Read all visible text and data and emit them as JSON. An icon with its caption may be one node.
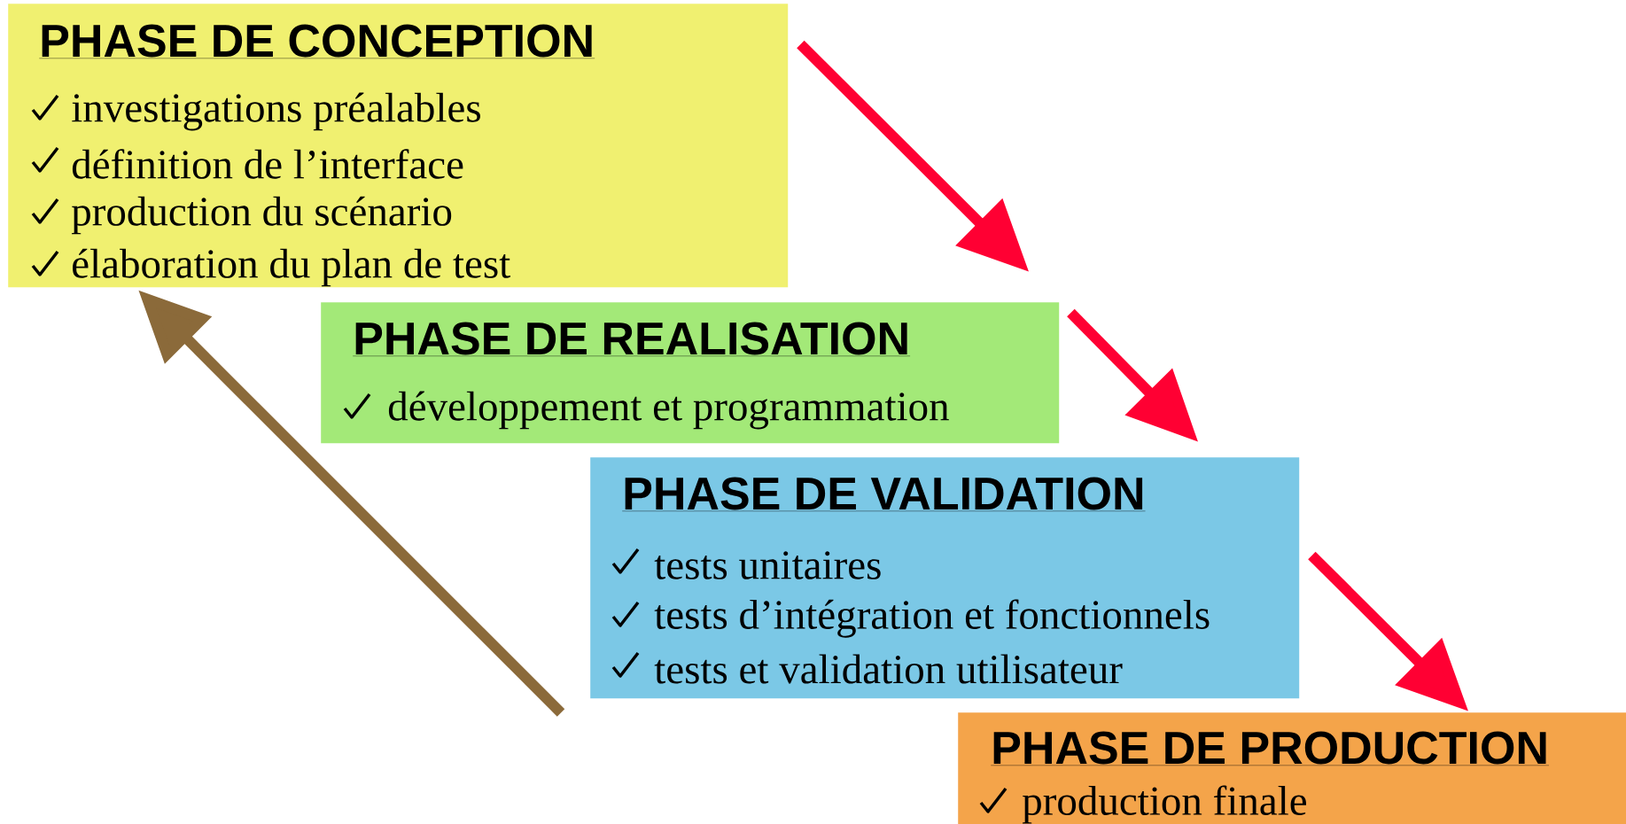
{
  "diagram": {
    "nodes": [
      {
        "text": [
          "PHASE DE CONCEPTION",
          "investigations préalables",
          "définition de l’interface",
          "production du scénario",
          "élaboration du plan de test"
        ]
      },
      {
        "text": [
          "PHASE DE REALISATION",
          "développement et programmation"
        ]
      },
      {
        "text": [
          "PHASE DE VALIDATION",
          "tests unitaires",
          "tests d’intégration et fonctionnels",
          "tests et validation utilisateur"
        ]
      },
      {
        "text": [
          "PHASE DE PRODUCTION",
          "production finale"
        ]
      }
    ],
    "edges": [
      {
        "from": 0,
        "to": 1,
        "arrow": "to"
      },
      {
        "from": 1,
        "to": 2,
        "arrow": "to"
      },
      {
        "from": 2,
        "to": 3,
        "arrow": "to"
      },
      {
        "from": 2,
        "to": 0,
        "arrow": "to",
        "color": "#8b6a3a"
      }
    ]
  }
}
